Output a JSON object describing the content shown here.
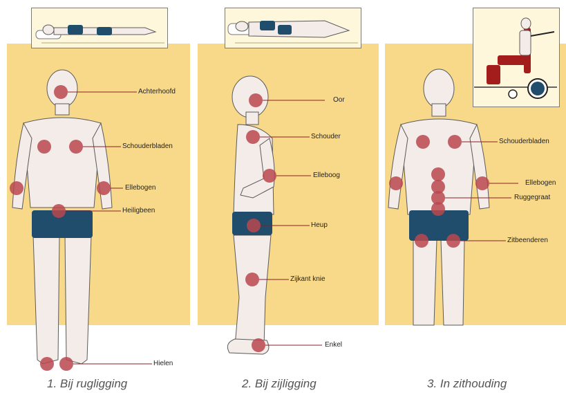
{
  "colors": {
    "panel": "#f8d98a",
    "skin": "#f3ece9",
    "outline": "#5a5a5a",
    "underwear": "#1f4d6b",
    "pressure_point": "#b9484f",
    "leader_line": "#8a1f24",
    "chair": "#a31d1d"
  },
  "panels": [
    {
      "id": "rugligging",
      "caption": "1. Bij rugligging",
      "labels": [
        "Achterhoofd",
        "Schouderbladen",
        "Ellebogen",
        "Heiligbeen",
        "Hielen"
      ]
    },
    {
      "id": "zijligging",
      "caption": "2. Bij zijligging",
      "labels": [
        "Oor",
        "Schouder",
        "Elleboog",
        "Heup",
        "Zijkant knie",
        "Enkel"
      ]
    },
    {
      "id": "zithouding",
      "caption": "3. In zithouding",
      "labels": [
        "Schouderbladen",
        "Ellebogen",
        "Ruggegraat",
        "Zitbeenderen"
      ]
    }
  ]
}
